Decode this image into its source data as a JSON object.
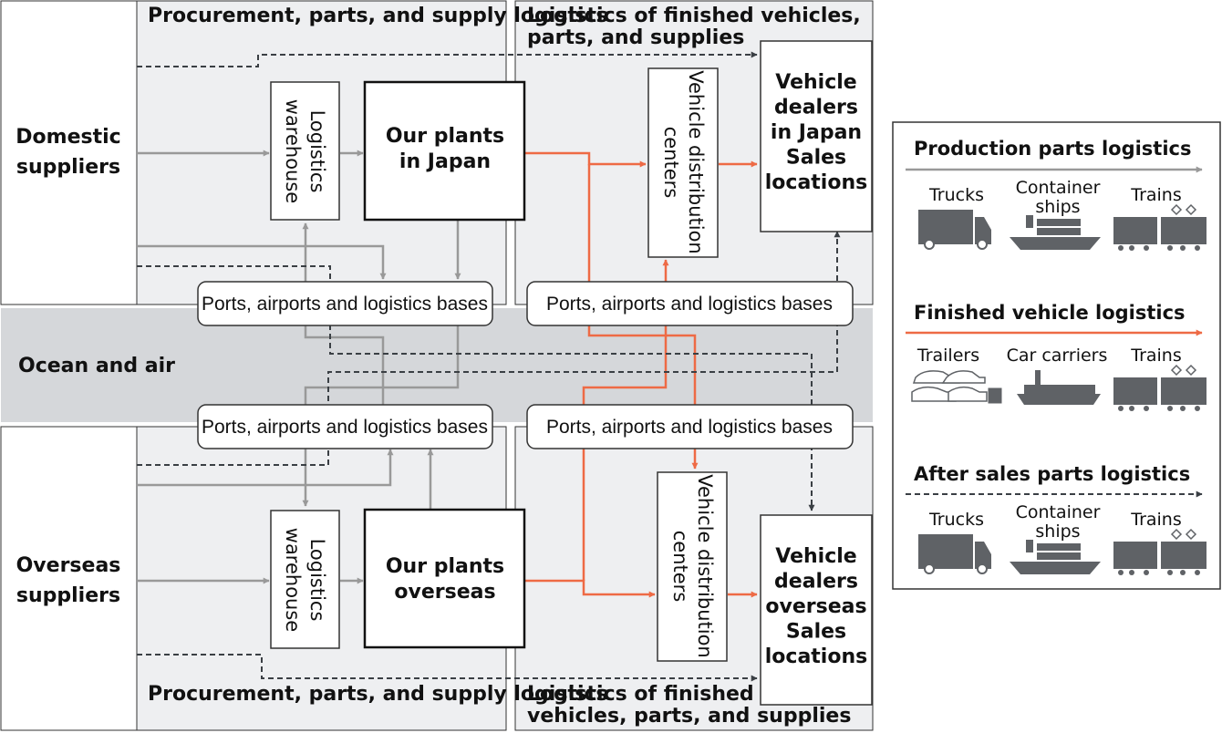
{
  "diagram": {
    "regions": {
      "procurement_top": "Procurement, parts, and supply logistics",
      "finished_top": "Logistics of finished vehicles, parts, and supplies",
      "ocean_air": "Ocean and air",
      "procurement_bottom": "Procurement, parts, and supply logistics",
      "finished_bottom": "Logistics of finished vehicles, parts, and supplies"
    },
    "nodes": {
      "domestic_suppliers": "Domestic suppliers",
      "overseas_suppliers": "Overseas suppliers",
      "warehouse_japan": "Logistics warehouse",
      "warehouse_overseas": "Logistics warehouse",
      "plants_japan": "Our plants in Japan",
      "plants_overseas": "Our plants overseas",
      "vdc_japan": "Vehicle distribution centers",
      "vdc_overseas": "Vehicle distribution centers",
      "dealers_japan": "Vehicle dealers in Japan Sales locations",
      "dealers_overseas": "Vehicle dealers overseas Sales locations",
      "ports_top_left": "Ports, airports and logistics bases",
      "ports_top_right": "Ports, airports and logistics bases",
      "ports_bottom_left": "Ports, airports and logistics bases",
      "ports_bottom_right": "Ports, airports and logistics bases"
    },
    "legend": {
      "production": {
        "title": "Production parts logistics",
        "modes": [
          "Trucks",
          "Container ships",
          "Trains"
        ],
        "color": "#999999",
        "line": "solid"
      },
      "finished": {
        "title": "Finished vehicle logistics",
        "modes": [
          "Trailers",
          "Car carriers",
          "Trains"
        ],
        "color": "#EE6A45",
        "line": "solid"
      },
      "aftersales": {
        "title": "After sales parts logistics",
        "modes": [
          "Trucks",
          "Container ships",
          "Trains"
        ],
        "color": "#3A3F44",
        "line": "dashed"
      }
    },
    "colors": {
      "region_fill": "#EEEFF1",
      "ocean_fill": "#D5D7DA",
      "icon_fill": "#5F6266"
    }
  }
}
